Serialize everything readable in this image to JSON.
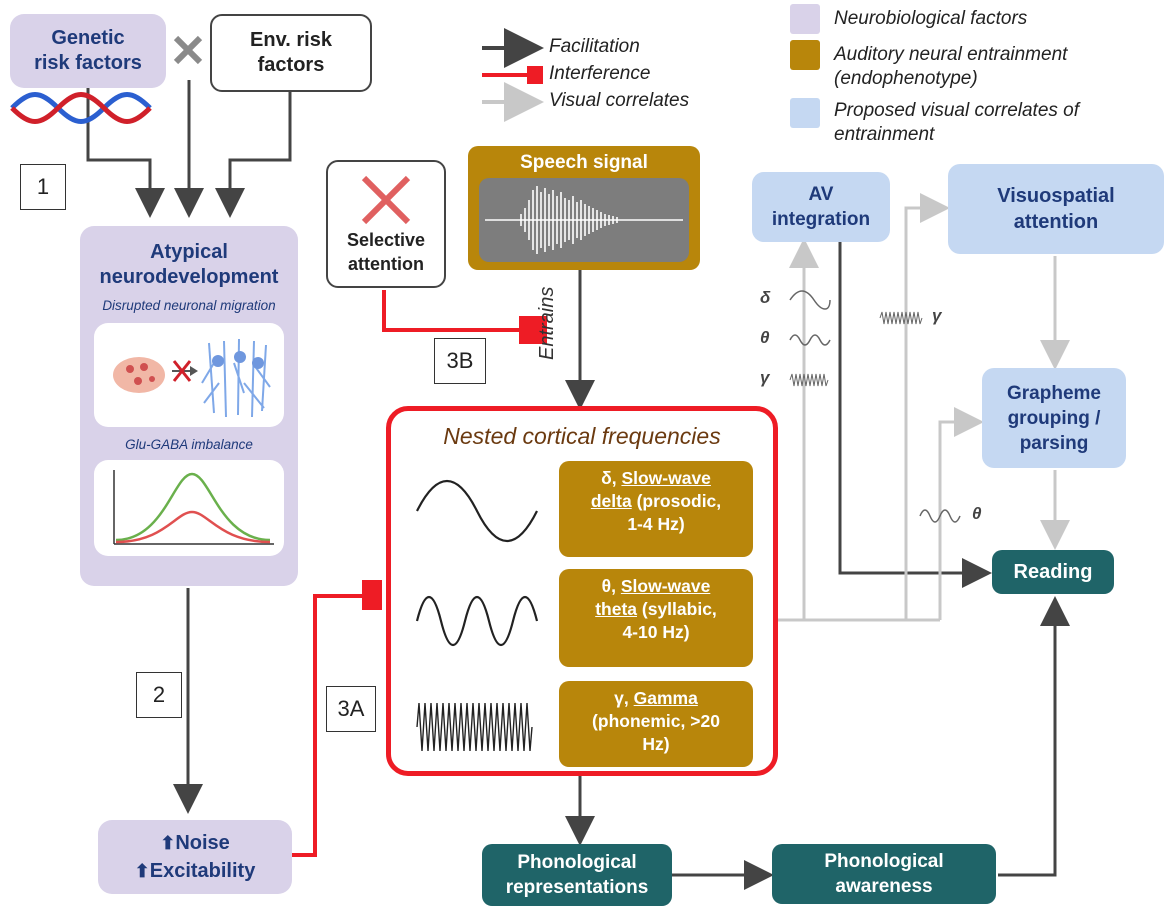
{
  "legend": {
    "facilitation": "Facilitation",
    "interference": "Interference",
    "visual_correlates": "Visual correlates",
    "neurobiological": "Neurobiological factors",
    "auditory_line1": "Auditory neural entrainment",
    "auditory_line2": "(endophenotype)",
    "proposed_line1": "Proposed visual correlates of",
    "proposed_line2": "entrainment",
    "colors": {
      "neurobiological": "#d9d2e9",
      "auditory": "#b8860b",
      "proposed": "#c5d8f2",
      "facilitation": "#444444",
      "interference": "#ee1c25",
      "visual": "#c8c8c8"
    }
  },
  "nodes": {
    "genetic_line1": "Genetic",
    "genetic_line2": "risk factors",
    "env_line1": "Env. risk",
    "env_line2": "factors",
    "atypical_line1": "Atypical",
    "atypical_line2": "neurodevelopment",
    "disrupted": "Disrupted neuronal migration",
    "glu_gaba": "Glu-GABA imbalance",
    "noise": "Noise",
    "excitability": "Excitability",
    "selective_line1": "Selective",
    "selective_line2": "attention",
    "speech": "Speech signal",
    "entrains": "Entrains",
    "nested_title": "Nested cortical frequencies",
    "delta_sym": "δ,",
    "delta_u1": "Slow-wave",
    "delta_u2": "delta",
    "delta_rest": "(prosodic,",
    "delta_range": "1-4 Hz)",
    "theta_sym": "θ,",
    "theta_u1": "Slow-wave",
    "theta_u2": "theta",
    "theta_rest": "(syllabic,",
    "theta_range": "4-10 Hz)",
    "gamma_sym": "γ,",
    "gamma_u": "Gamma",
    "gamma_rest1": "(phonemic, >20",
    "gamma_rest2": "Hz)",
    "av_line1": "AV",
    "av_line2": "integration",
    "visuo_line1": "Visuospatial",
    "visuo_line2": "attention",
    "grapheme_line1": "Grapheme",
    "grapheme_line2": "grouping /",
    "grapheme_line3": "parsing",
    "reading": "Reading",
    "phon_rep_line1": "Phonological",
    "phon_rep_line2": "representations",
    "phon_aw_line1": "Phonological",
    "phon_aw_line2": "awareness"
  },
  "numbers": {
    "n1": "1",
    "n2": "2",
    "n3a": "3A",
    "n3b": "3B"
  },
  "wave_labels": {
    "delta": "δ",
    "theta": "θ",
    "gamma": "γ",
    "gamma_right": "γ",
    "theta_right": "θ"
  }
}
